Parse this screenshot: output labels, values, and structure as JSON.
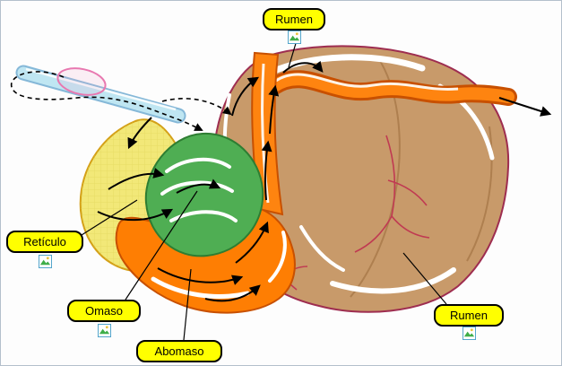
{
  "labels": {
    "rumen_top": {
      "text": "Rumen"
    },
    "reticulo": {
      "text": "Retículo"
    },
    "omaso": {
      "text": "Omaso"
    },
    "abomaso": {
      "text": "Abomaso"
    },
    "rumen_right": {
      "text": "Rumen"
    }
  },
  "icons": {
    "label_marker": "picture-icon"
  },
  "colors": {
    "label_bg": "#ffff00",
    "label_border": "#000000",
    "rumen_fill": "#c89a6a",
    "rumen_outline": "#9e2d50",
    "reticulo_fill": "#f2e878",
    "reticulo_outline": "#d4a017",
    "omaso_fill": "#4fae53",
    "omaso_outline": "#2e7d32",
    "abomaso_fill": "#fe7e03",
    "abomaso_outline": "#c85000",
    "channel_fill": "#fe8410",
    "esophagus_fill": "#bfe6f2",
    "esophagus_outline": "#85b8d8",
    "ring_color": "#e878b0",
    "vessel_color": "#c03a52",
    "arrow_color": "#000000",
    "figure_border": "#b4c0cc"
  }
}
